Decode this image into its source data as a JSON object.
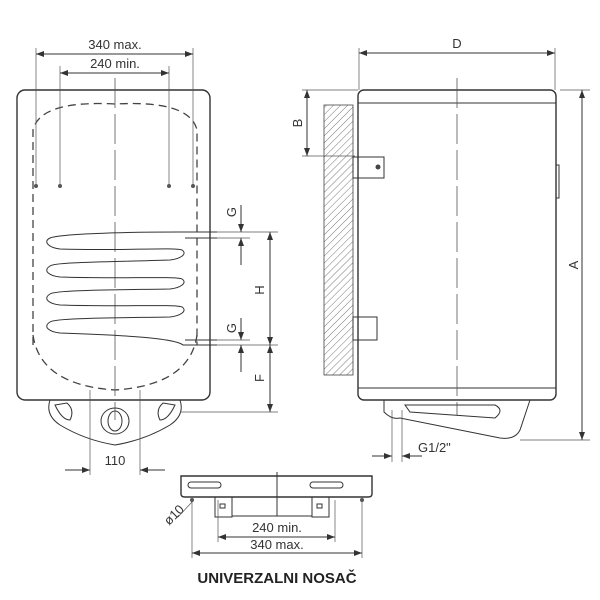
{
  "front_view": {
    "dim_340_max": "340 max.",
    "dim_240_min": "240 min.",
    "dim_g_top": "G",
    "dim_h": "H",
    "dim_g_bottom": "G",
    "dim_f": "F",
    "dim_110": "110"
  },
  "side_view": {
    "dim_d": "D",
    "dim_a": "A",
    "dim_b": "B",
    "dim_g12": "G1/2\""
  },
  "bracket_view": {
    "dim_diameter": "ø10",
    "dim_240_min": "240 min.",
    "dim_340_max": "340 max.",
    "title": "UNIVERZALNI NOSAČ"
  }
}
